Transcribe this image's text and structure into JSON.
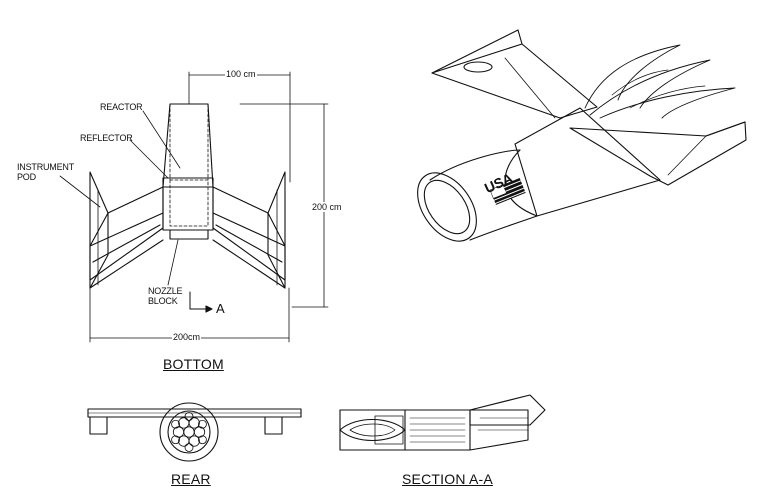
{
  "labels": {
    "reactor": "REACTOR",
    "reflector": "REFLECTOR",
    "instrument_pod": "INSTRUMENT\nPOD",
    "nozzle_block": "NOZZLE\nBLOCK",
    "section_marker": "A"
  },
  "dimensions": {
    "top_width": "100 cm",
    "height": "200 cm",
    "bottom_width": "200cm"
  },
  "views": {
    "bottom": "BOTTOM",
    "rear": "REAR",
    "section": "SECTION A-A"
  },
  "emblem": {
    "text": "USA",
    "flag_icon": "us-flag-icon"
  }
}
